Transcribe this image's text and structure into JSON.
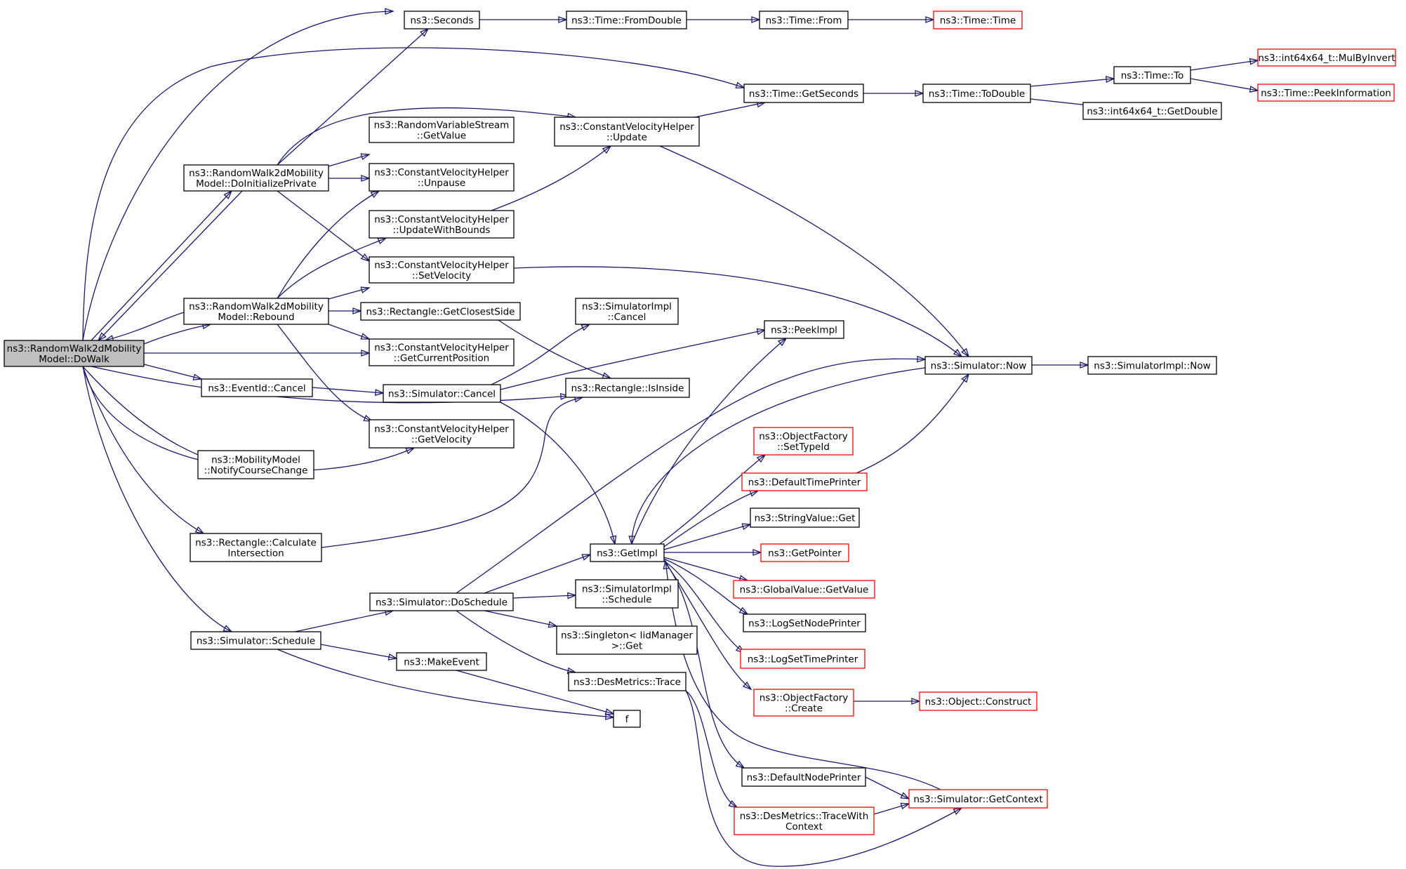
{
  "colors": {
    "edge": "#191970",
    "border_normal": "#000000",
    "border_truncated": "#ff0000",
    "root_fill": "#bfbfbf"
  },
  "nodes": [
    {
      "id": "dowalk",
      "lines": [
        "ns3::RandomWalk2dMobility",
        "Model::DoWalk"
      ],
      "style": "root"
    },
    {
      "id": "seconds",
      "lines": [
        "ns3::Seconds"
      ],
      "style": "normal"
    },
    {
      "id": "fromdouble",
      "lines": [
        "ns3::Time::FromDouble"
      ],
      "style": "normal"
    },
    {
      "id": "from",
      "lines": [
        "ns3::Time::From"
      ],
      "style": "normal"
    },
    {
      "id": "timetime",
      "lines": [
        "ns3::Time::Time"
      ],
      "style": "truncated"
    },
    {
      "id": "getseconds",
      "lines": [
        "ns3::Time::GetSeconds"
      ],
      "style": "normal"
    },
    {
      "id": "todouble",
      "lines": [
        "ns3::Time::ToDouble"
      ],
      "style": "normal"
    },
    {
      "id": "to",
      "lines": [
        "ns3::Time::To"
      ],
      "style": "normal"
    },
    {
      "id": "mulbyinvert",
      "lines": [
        "ns3::int64x64_t::MulByInvert"
      ],
      "style": "truncated"
    },
    {
      "id": "peekinformation",
      "lines": [
        "ns3::Time::PeekInformation"
      ],
      "style": "truncated"
    },
    {
      "id": "getdouble",
      "lines": [
        "ns3::int64x64_t::GetDouble"
      ],
      "style": "normal"
    },
    {
      "id": "rvsgetvalue",
      "lines": [
        "ns3::RandomVariableStream",
        "::GetValue"
      ],
      "style": "normal"
    },
    {
      "id": "cvhupdate",
      "lines": [
        "ns3::ConstantVelocityHelper",
        "::Update"
      ],
      "style": "normal"
    },
    {
      "id": "doinitprivate",
      "lines": [
        "ns3::RandomWalk2dMobility",
        "Model::DoInitializePrivate"
      ],
      "style": "normal"
    },
    {
      "id": "cvhunpause",
      "lines": [
        "ns3::ConstantVelocityHelper",
        "::Unpause"
      ],
      "style": "normal"
    },
    {
      "id": "cvhupdatebounds",
      "lines": [
        "ns3::ConstantVelocityHelper",
        "::UpdateWithBounds"
      ],
      "style": "normal"
    },
    {
      "id": "cvhsetvelocity",
      "lines": [
        "ns3::ConstantVelocityHelper",
        "::SetVelocity"
      ],
      "style": "normal"
    },
    {
      "id": "rebound",
      "lines": [
        "ns3::RandomWalk2dMobility",
        "Model::Rebound"
      ],
      "style": "normal"
    },
    {
      "id": "getclosestside",
      "lines": [
        "ns3::Rectangle::GetClosestSide"
      ],
      "style": "normal"
    },
    {
      "id": "simimplcancel",
      "lines": [
        "ns3::SimulatorImpl",
        "::Cancel"
      ],
      "style": "normal"
    },
    {
      "id": "peekimpl",
      "lines": [
        "ns3::PeekImpl"
      ],
      "style": "normal"
    },
    {
      "id": "cvhgetcurrentpos",
      "lines": [
        "ns3::ConstantVelocityHelper",
        "::GetCurrentPosition"
      ],
      "style": "normal"
    },
    {
      "id": "simnow",
      "lines": [
        "ns3::Simulator::Now"
      ],
      "style": "normal"
    },
    {
      "id": "simimplnow",
      "lines": [
        "ns3::SimulatorImpl::Now"
      ],
      "style": "normal"
    },
    {
      "id": "eventidcancel",
      "lines": [
        "ns3::EventId::Cancel"
      ],
      "style": "normal"
    },
    {
      "id": "simcancel",
      "lines": [
        "ns3::Simulator::Cancel"
      ],
      "style": "normal"
    },
    {
      "id": "isinside",
      "lines": [
        "ns3::Rectangle::IsInside"
      ],
      "style": "normal"
    },
    {
      "id": "cvhgetvelocity",
      "lines": [
        "ns3::ConstantVelocityHelper",
        "::GetVelocity"
      ],
      "style": "normal"
    },
    {
      "id": "ofsettypeid",
      "lines": [
        "ns3::ObjectFactory",
        "::SetTypeId"
      ],
      "style": "truncated"
    },
    {
      "id": "notifycourse",
      "lines": [
        "ns3::MobilityModel",
        "::NotifyCourseChange"
      ],
      "style": "normal"
    },
    {
      "id": "defaulttimeprinter",
      "lines": [
        "ns3::DefaultTimePrinter"
      ],
      "style": "truncated"
    },
    {
      "id": "stringvalueget",
      "lines": [
        "ns3::StringValue::Get"
      ],
      "style": "normal"
    },
    {
      "id": "calcintersection",
      "lines": [
        "ns3::Rectangle::Calculate",
        "Intersection"
      ],
      "style": "normal"
    },
    {
      "id": "getimpl",
      "lines": [
        "ns3::GetImpl"
      ],
      "style": "normal"
    },
    {
      "id": "getpointer",
      "lines": [
        "ns3::GetPointer"
      ],
      "style": "truncated"
    },
    {
      "id": "globalvaluegetvalue",
      "lines": [
        "ns3::GlobalValue::GetValue"
      ],
      "style": "truncated"
    },
    {
      "id": "simimplschedule",
      "lines": [
        "ns3::SimulatorImpl",
        "::Schedule"
      ],
      "style": "normal"
    },
    {
      "id": "simdoschedule",
      "lines": [
        "ns3::Simulator::DoSchedule"
      ],
      "style": "normal"
    },
    {
      "id": "logsetnodeprinter",
      "lines": [
        "ns3::LogSetNodePrinter"
      ],
      "style": "normal"
    },
    {
      "id": "singletonget",
      "lines": [
        "ns3::Singleton< IidManager",
        "  >::Get"
      ],
      "style": "normal"
    },
    {
      "id": "simschedule",
      "lines": [
        "ns3::Simulator::Schedule"
      ],
      "style": "normal"
    },
    {
      "id": "logsettimeprinter",
      "lines": [
        "ns3::LogSetTimePrinter"
      ],
      "style": "truncated"
    },
    {
      "id": "makeevent",
      "lines": [
        "ns3::MakeEvent"
      ],
      "style": "normal"
    },
    {
      "id": "desmetricstrace",
      "lines": [
        "ns3::DesMetrics::Trace"
      ],
      "style": "normal"
    },
    {
      "id": "ofcreate",
      "lines": [
        "ns3::ObjectFactory",
        "::Create"
      ],
      "style": "truncated"
    },
    {
      "id": "objconstruct",
      "lines": [
        "ns3::Object::Construct"
      ],
      "style": "truncated"
    },
    {
      "id": "f",
      "lines": [
        "f"
      ],
      "style": "normal"
    },
    {
      "id": "defaultnodeprinter",
      "lines": [
        "ns3::DefaultNodePrinter"
      ],
      "style": "normal"
    },
    {
      "id": "simgetcontext",
      "lines": [
        "ns3::Simulator::GetContext"
      ],
      "style": "truncated"
    },
    {
      "id": "tracewithcontext",
      "lines": [
        "ns3::DesMetrics::TraceWith",
        "Context"
      ],
      "style": "truncated"
    }
  ],
  "edges": [
    {
      "from": "dowalk",
      "to": "seconds"
    },
    {
      "from": "dowalk",
      "to": "getseconds"
    },
    {
      "from": "dowalk",
      "to": "doinitprivate"
    },
    {
      "from": "dowalk",
      "to": "rebound"
    },
    {
      "from": "dowalk",
      "to": "cvhgetcurrentpos"
    },
    {
      "from": "dowalk",
      "to": "eventidcancel"
    },
    {
      "from": "dowalk",
      "to": "isinside"
    },
    {
      "from": "dowalk",
      "to": "cvhgetvelocity"
    },
    {
      "from": "dowalk",
      "to": "notifycourse"
    },
    {
      "from": "dowalk",
      "to": "calcintersection"
    },
    {
      "from": "dowalk",
      "to": "simschedule"
    },
    {
      "from": "seconds",
      "to": "fromdouble"
    },
    {
      "from": "fromdouble",
      "to": "from"
    },
    {
      "from": "from",
      "to": "timetime"
    },
    {
      "from": "getseconds",
      "to": "todouble"
    },
    {
      "from": "todouble",
      "to": "to"
    },
    {
      "from": "todouble",
      "to": "getdouble"
    },
    {
      "from": "to",
      "to": "mulbyinvert"
    },
    {
      "from": "to",
      "to": "peekinformation"
    },
    {
      "from": "doinitprivate",
      "to": "seconds"
    },
    {
      "from": "doinitprivate",
      "to": "cvhupdate"
    },
    {
      "from": "doinitprivate",
      "to": "rvsgetvalue"
    },
    {
      "from": "doinitprivate",
      "to": "cvhunpause"
    },
    {
      "from": "doinitprivate",
      "to": "cvhsetvelocity"
    },
    {
      "from": "doinitprivate",
      "to": "dowalk"
    },
    {
      "from": "cvhupdate",
      "to": "getseconds"
    },
    {
      "from": "cvhupdate",
      "to": "simnow"
    },
    {
      "from": "cvhupdatebounds",
      "to": "cvhupdate"
    },
    {
      "from": "cvhsetvelocity",
      "to": "simnow"
    },
    {
      "from": "rebound",
      "to": "cvhunpause"
    },
    {
      "from": "rebound",
      "to": "cvhupdatebounds"
    },
    {
      "from": "rebound",
      "to": "cvhsetvelocity"
    },
    {
      "from": "rebound",
      "to": "getclosestside"
    },
    {
      "from": "rebound",
      "to": "cvhgetcurrentpos"
    },
    {
      "from": "rebound",
      "to": "cvhgetvelocity"
    },
    {
      "from": "rebound",
      "to": "dowalk"
    },
    {
      "from": "getclosestside",
      "to": "isinside"
    },
    {
      "from": "simnow",
      "to": "simimplnow"
    },
    {
      "from": "simnow",
      "to": "getimpl"
    },
    {
      "from": "eventidcancel",
      "to": "simcancel"
    },
    {
      "from": "simcancel",
      "to": "simimplcancel"
    },
    {
      "from": "simcancel",
      "to": "peekimpl"
    },
    {
      "from": "simcancel",
      "to": "getimpl"
    },
    {
      "from": "calcintersection",
      "to": "isinside"
    },
    {
      "from": "getimpl",
      "to": "peekimpl"
    },
    {
      "from": "getimpl",
      "to": "ofsettypeid"
    },
    {
      "from": "getimpl",
      "to": "defaulttimeprinter"
    },
    {
      "from": "getimpl",
      "to": "stringvalueget"
    },
    {
      "from": "getimpl",
      "to": "getpointer"
    },
    {
      "from": "getimpl",
      "to": "globalvaluegetvalue"
    },
    {
      "from": "getimpl",
      "to": "logsetnodeprinter"
    },
    {
      "from": "getimpl",
      "to": "logsettimeprinter"
    },
    {
      "from": "getimpl",
      "to": "ofcreate"
    },
    {
      "from": "getimpl",
      "to": "defaultnodeprinter"
    },
    {
      "from": "defaulttimeprinter",
      "to": "simnow"
    },
    {
      "from": "defaultnodeprinter",
      "to": "simgetcontext"
    },
    {
      "from": "simgetcontext",
      "to": "getimpl"
    },
    {
      "from": "ofcreate",
      "to": "objconstruct"
    },
    {
      "from": "simschedule",
      "to": "simdoschedule"
    },
    {
      "from": "simschedule",
      "to": "makeevent"
    },
    {
      "from": "simschedule",
      "to": "f"
    },
    {
      "from": "simdoschedule",
      "to": "getimpl"
    },
    {
      "from": "simdoschedule",
      "to": "simimplschedule"
    },
    {
      "from": "simdoschedule",
      "to": "singletonget"
    },
    {
      "from": "simdoschedule",
      "to": "desmetricstrace"
    },
    {
      "from": "simdoschedule",
      "to": "simnow"
    },
    {
      "from": "makeevent",
      "to": "f"
    },
    {
      "from": "desmetricstrace",
      "to": "tracewithcontext"
    },
    {
      "from": "desmetricstrace",
      "to": "simgetcontext"
    },
    {
      "from": "tracewithcontext",
      "to": "simgetcontext"
    }
  ]
}
